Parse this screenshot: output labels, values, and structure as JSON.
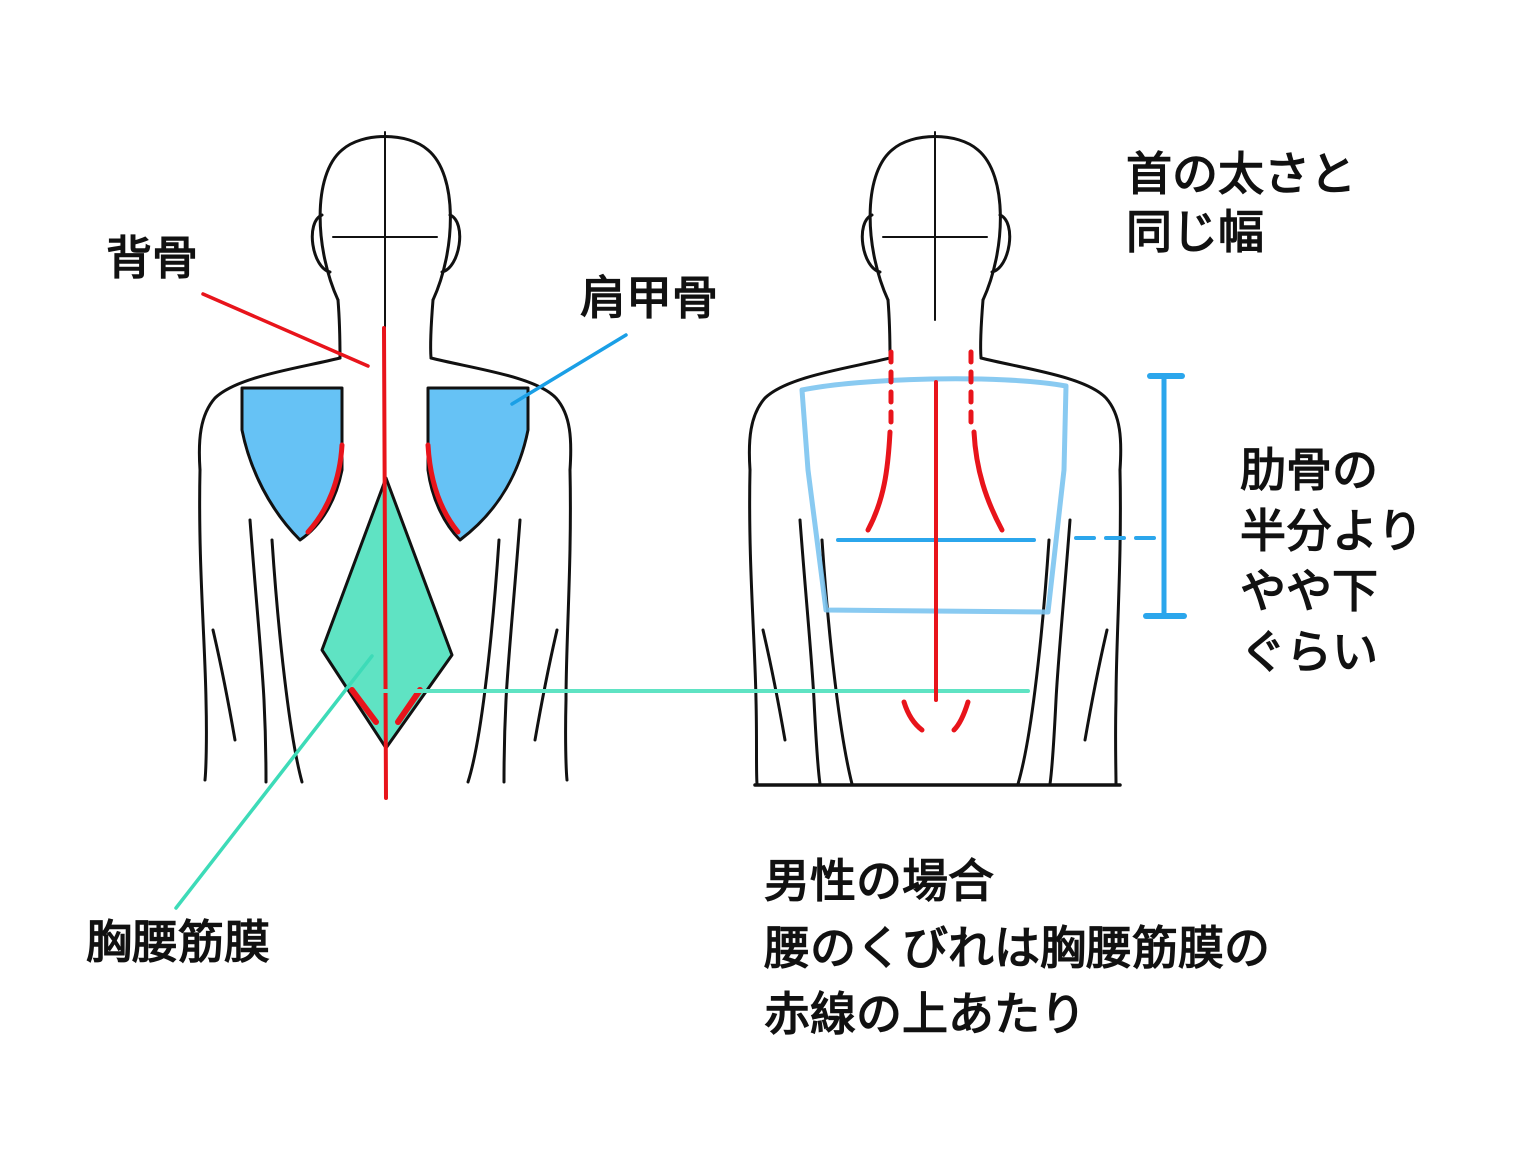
{
  "labels": {
    "spine": "背骨",
    "scapula": "肩甲骨",
    "fascia": "胸腰筋膜",
    "neck_width": [
      "首の太さと",
      "同じ幅"
    ],
    "rib_position": [
      "肋骨の",
      "半分より",
      "やや下",
      "ぐらい"
    ],
    "male_note": [
      "男性の場合",
      "腰のくびれは胸腰筋膜の",
      "赤線の上あたり"
    ]
  },
  "colors": {
    "outline": "#111111",
    "spine_red": "#e8141b",
    "scapula_blue": "#66c2f5",
    "scapula_leader": "#1a9fe6",
    "fascia_green": "#5fe3c3",
    "fascia_leader": "#3ddbb8",
    "ribcage_blue": "#7cc4f0",
    "measure_blue": "#2ba6ec"
  }
}
